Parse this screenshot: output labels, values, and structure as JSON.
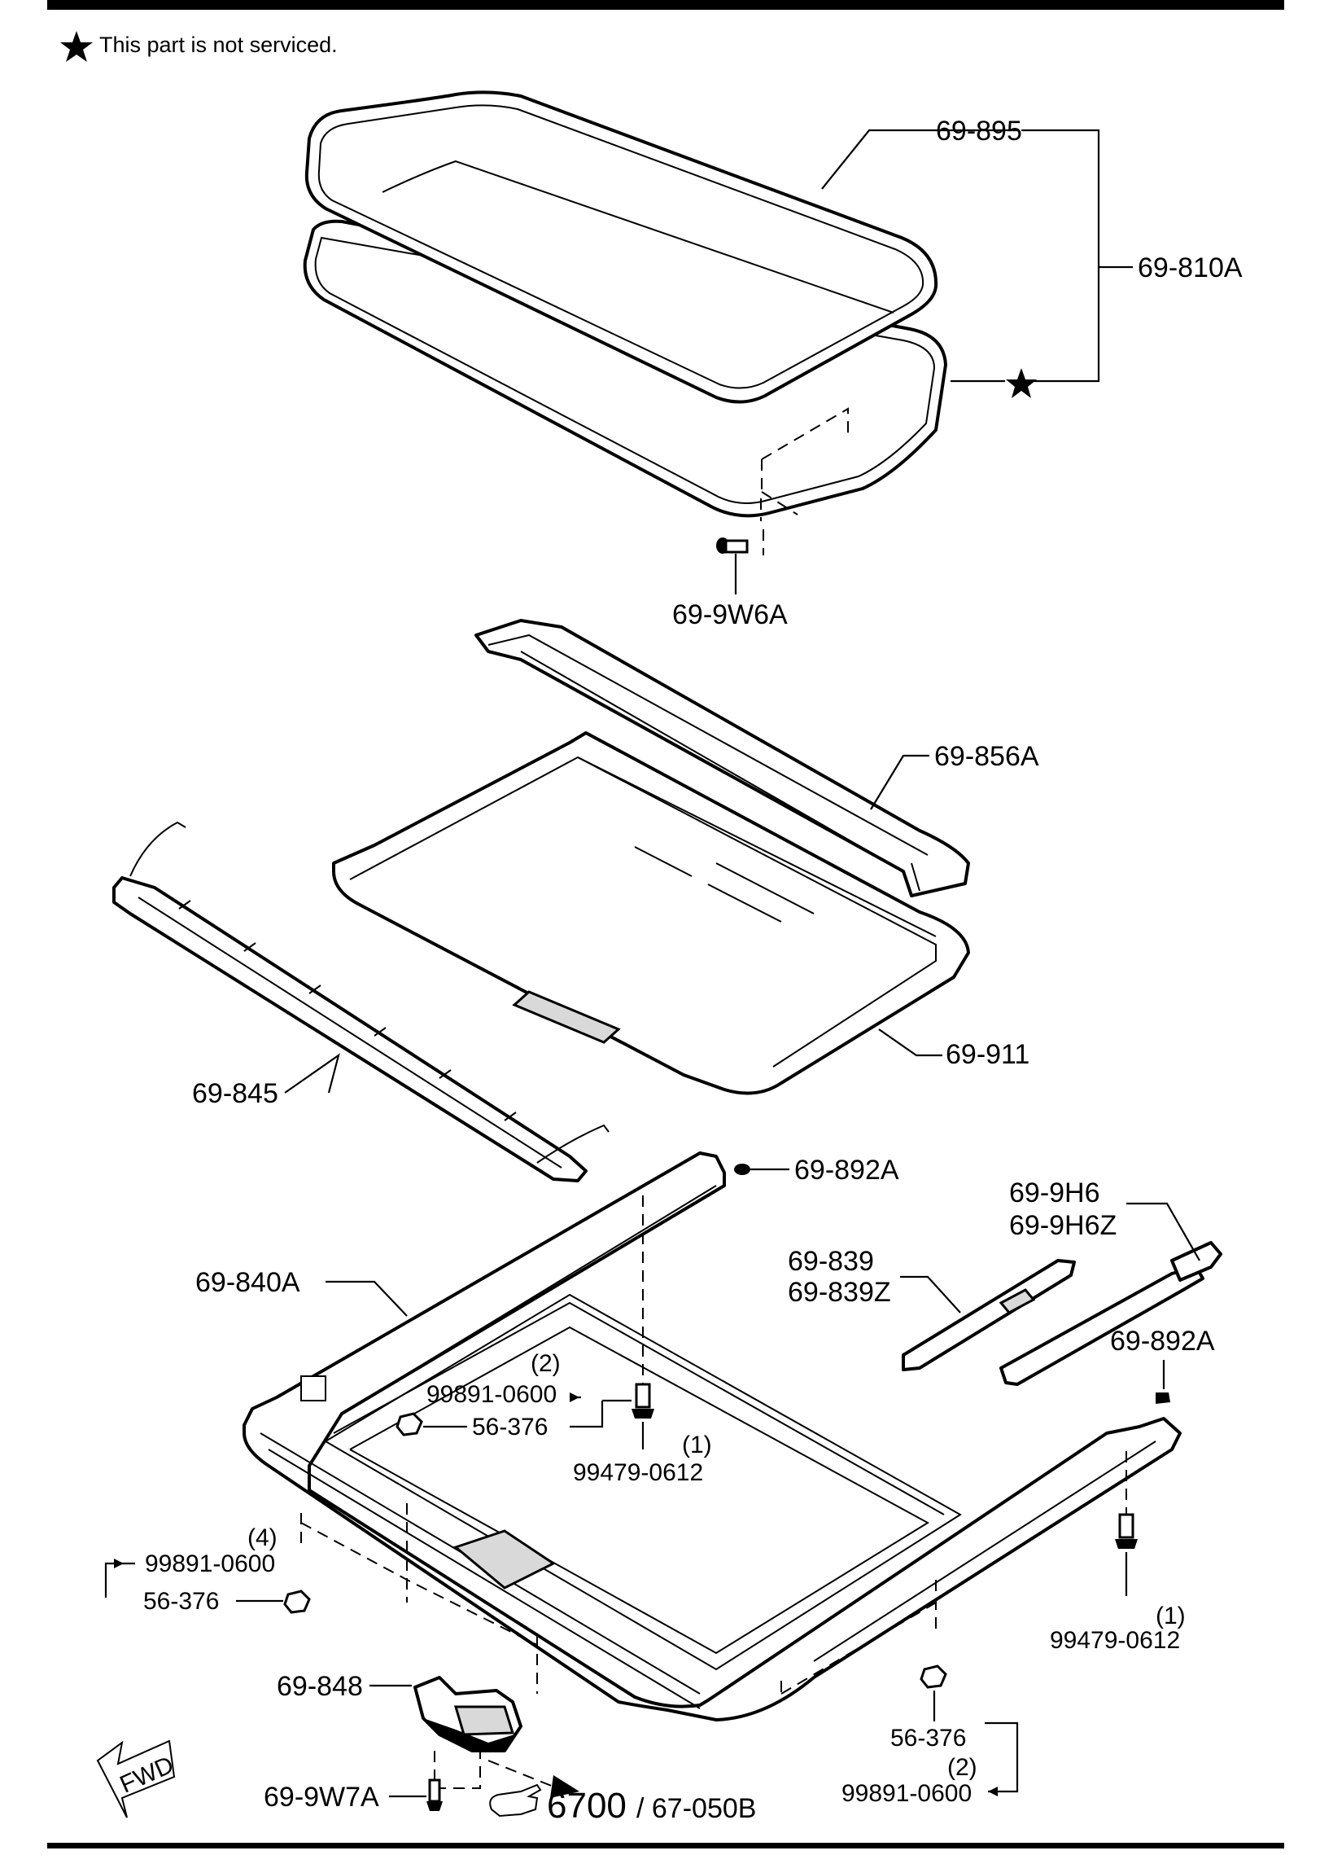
{
  "note": "This part is not serviced.",
  "labels": {
    "p69_895": "69-895",
    "p69_810A": "69-810A",
    "p69_9W6A": "69-9W6A",
    "p69_856A": "69-856A",
    "p69_911": "69-911",
    "p69_845": "69-845",
    "p69_892A_top": "69-892A",
    "p69_9H6": "69-9H6",
    "p69_9H6Z": "69-9H6Z",
    "p69_840A": "69-840A",
    "p69_839": "69-839",
    "p69_839Z": "69-839Z",
    "p69_892A_right": "69-892A",
    "qty_2a": "(2)",
    "p99891_0600_a": "99891-0600",
    "p56_376_a": "56-376",
    "qty_1a": "(1)",
    "p99479_0612_a": "99479-0612",
    "qty_4": "(4)",
    "p99891_0600_b": "99891-0600",
    "p56_376_b": "56-376",
    "qty_1b": "(1)",
    "p99479_0612_b": "99479-0612",
    "p69_848": "69-848",
    "p56_376_c": "56-376",
    "qty_2b": "(2)",
    "p99891_0600_c": "99891-0600",
    "p69_9W7A": "69-9W7A",
    "ref_main": "6700",
    "ref_sub": "/ 67-050B",
    "fwd": "FWD"
  }
}
